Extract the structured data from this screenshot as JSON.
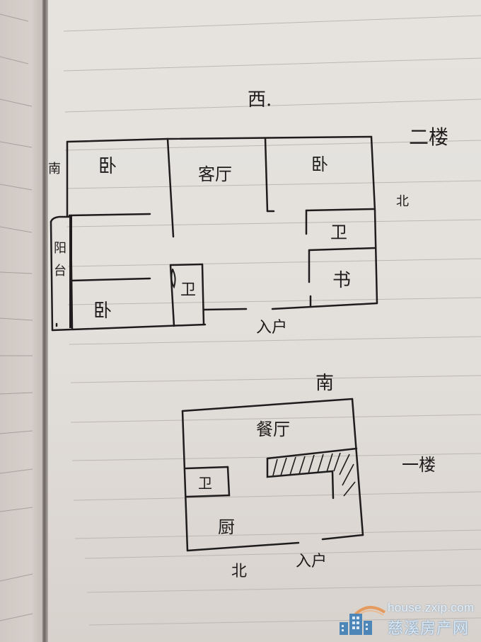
{
  "floor2": {
    "title": "二楼",
    "compass": {
      "west": "西.",
      "south": "南",
      "north": "北"
    },
    "rooms": {
      "bedroom_sw": "卧",
      "living_room": "客厅",
      "bedroom_nw": "卧",
      "balcony": "阳台",
      "bedroom_s": "卧",
      "bathroom_center": "卫",
      "bathroom_north": "卫",
      "study": "书"
    },
    "entrance": "入户"
  },
  "floor1": {
    "title": "一楼",
    "compass": {
      "south": "南",
      "north": "北"
    },
    "rooms": {
      "dining_room": "餐厅",
      "bathroom": "卫",
      "kitchen": "厨"
    },
    "entrance": "入户"
  },
  "watermark": {
    "url": "house.zxip.com",
    "name": "慈溪房产网",
    "colors": {
      "building": "#4f86b8",
      "arc": "#e8914a"
    }
  },
  "colors": {
    "ink": "#1e1c1c",
    "paper": "#e4e1dd",
    "rule": "#b9b3ae"
  }
}
